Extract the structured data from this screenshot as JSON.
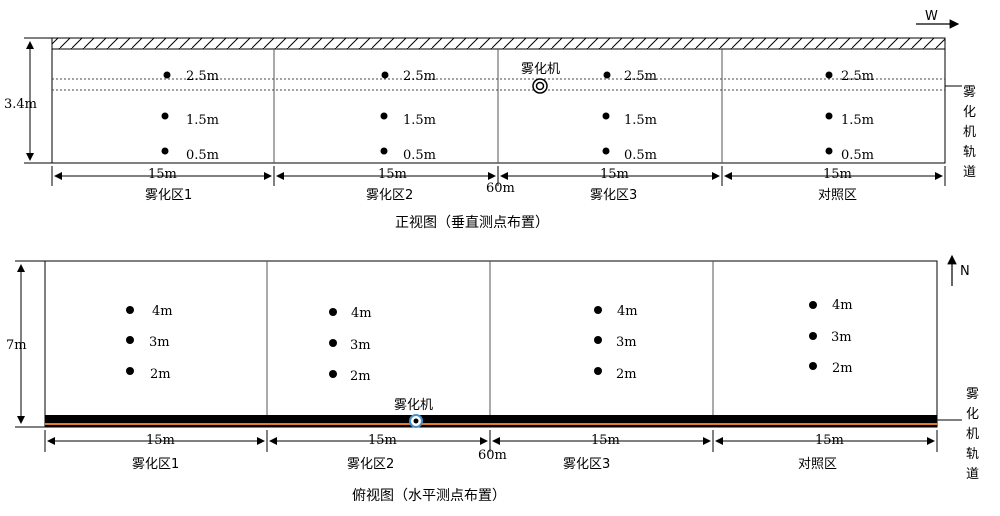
{
  "front_view": {
    "title": "正视图（垂直测点布置）",
    "height_label": "3.4m",
    "compass": "W",
    "sprayer_label": "雾化机",
    "track_label": [
      "雾",
      "化",
      "机",
      "轨",
      "道"
    ],
    "zones": [
      {
        "name": "雾化区1",
        "length": "15m",
        "points": [
          "2.5m",
          "1.5m",
          "0.5m"
        ]
      },
      {
        "name": "雾化区2",
        "length": "15m",
        "points": [
          "2.5m",
          "1.5m",
          "0.5m"
        ]
      },
      {
        "name": "雾化区3",
        "length": "15m",
        "points": [
          "2.5m",
          "1.5m",
          "0.5m"
        ]
      },
      {
        "name": "对照区",
        "length": "15m",
        "points": [
          "2.5m",
          "1.5m",
          "0.5m"
        ]
      }
    ],
    "total_length": "60m"
  },
  "top_view": {
    "title": "俯视图（水平测点布置）",
    "width_label": "7m",
    "compass": "N",
    "sprayer_label": "雾化机",
    "track_label": [
      "雾",
      "化",
      "机",
      "轨",
      "道"
    ],
    "zones": [
      {
        "name": "雾化区1",
        "length": "15m",
        "points": [
          "4m",
          "3m",
          "2m"
        ]
      },
      {
        "name": "雾化区2",
        "length": "15m",
        "points": [
          "4m",
          "3m",
          "2m"
        ]
      },
      {
        "name": "雾化区3",
        "length": "15m",
        "points": [
          "4m",
          "3m",
          "2m"
        ]
      },
      {
        "name": "对照区",
        "length": "15m",
        "points": [
          "4m",
          "3m",
          "2m"
        ]
      }
    ],
    "total_length": "60m"
  }
}
